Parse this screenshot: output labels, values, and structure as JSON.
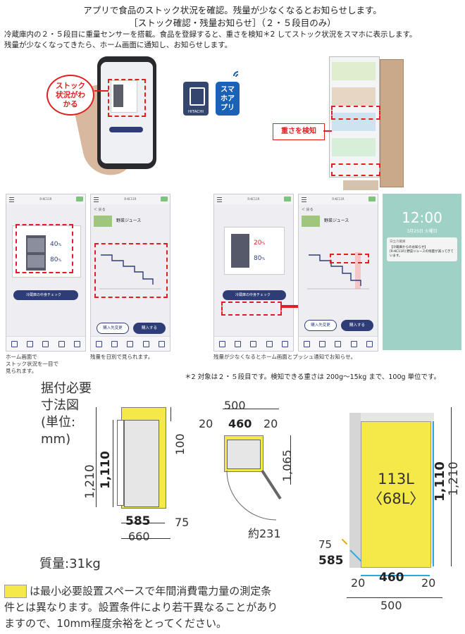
{
  "header": {
    "title": "アプリで食品のストック状況を確認。残量が少なくなるとお知らせします。",
    "subtitle": "［ストック確認・残量お知らせ］（２・５段目のみ）"
  },
  "intro": {
    "line1": "冷蔵庫内の２・５段目に重量センサーを搭載。食品を登録すると、重さを検知＊2 してストック状況をスマホに表示します。",
    "line2": "残量が少なくなってきたら、ホーム画面に通知し、お知らせします。"
  },
  "hero": {
    "stock_bubble": "ストック状況がわかる",
    "app_label": "スマホアプリ",
    "hitachi_label": "HITACHI",
    "weight_label": "重さを検知"
  },
  "screens": {
    "model": "R-KC11R",
    "s1": {
      "pct1": "40",
      "pct2": "80",
      "unit": "%",
      "check_btn": "冷蔵庫の中身チェック"
    },
    "s2": {
      "back": "＜ 戻る",
      "item_name": "野菜ジュース",
      "btn_left": "購入先変更",
      "btn_right": "購入する"
    },
    "s3": {
      "pct1": "20",
      "pct2": "80",
      "unit": "%",
      "check_btn": "冷蔵庫の中身チェック"
    },
    "s4": {
      "back": "＜ 戻る",
      "item_name": "野菜ジュース",
      "btn_left": "購入先変更",
      "btn_right": "購入する"
    },
    "lock": {
      "time": "12:00",
      "date": "3月25日 火曜日",
      "notif_app": "日立冷蔵庫",
      "notif_title": "【冷蔵庫からのお知らせ】",
      "notif_body": "[R-KC11R] 野菜ジュースの残量が減ってきています。"
    }
  },
  "captions": {
    "c1_l1": "ホーム画面で",
    "c1_l2": "ストック状況を一目で",
    "c1_l3": "見られます。",
    "c2": "残量を日別で見られます。",
    "c3": "残量が少なくなるとホーム画面とプッシュ通知でお知らせ。"
  },
  "footnote": "＊2 対象は２・５段目です。検知できる重さは 200g〜15kg まで、100g 単位です。",
  "dims": {
    "title": [
      "据付必要",
      "寸法図",
      "(単位:",
      "mm)"
    ],
    "side": {
      "h_outer": "1,210",
      "h_inner": "1,110",
      "top": "100",
      "d": "585",
      "d_gap": "75",
      "d_total": "660"
    },
    "top_view": {
      "w_outer": "500",
      "w_inner": "460",
      "gap_l": "20",
      "gap_r": "20",
      "depth": "1,065",
      "door": "約231"
    },
    "weight": "質量:31kg",
    "front": {
      "capacity": "113L",
      "capacity_sub": "〈68L〉",
      "h_inner": "1,110",
      "h_outer": "1,210",
      "d_gap": "75",
      "d": "585",
      "gap_l": "20",
      "w_inner": "460",
      "gap_r": "20",
      "w_total": "500"
    },
    "note_line1": "は最小必要設置スペースで年間消費電力量の測定条",
    "note_line2": "件とは異なります。設置条件により若干異なることがあり",
    "note_line3": "ますので、10mm程度余裕をとってください。"
  }
}
